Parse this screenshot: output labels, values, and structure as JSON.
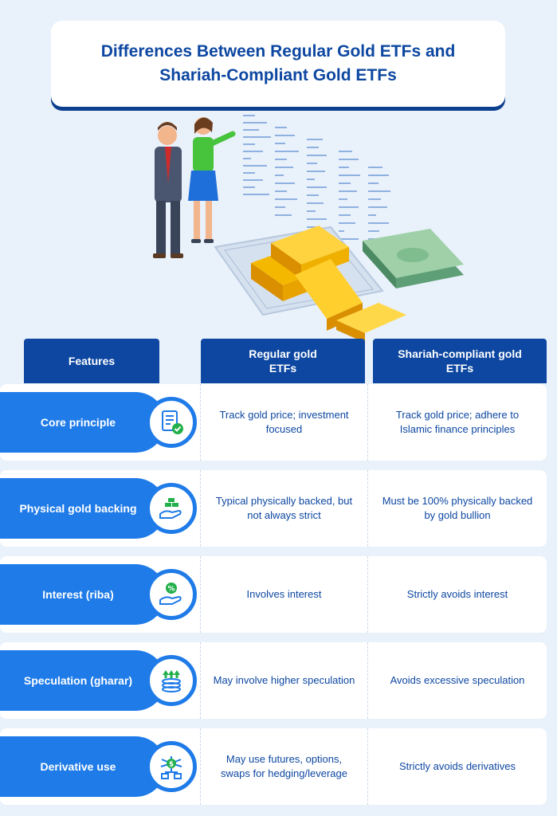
{
  "title": "Differences Between Regular Gold ETFs and Shariah-Compliant Gold ETFs",
  "headers": {
    "features": "Features",
    "regular": "Regular gold ETFs",
    "shariah": "Shariah-compliant gold ETFs"
  },
  "rows": [
    {
      "feature": "Core principle",
      "icon": "document-check-icon",
      "regular": "Track gold price; investment focused",
      "shariah": "Track gold price; adhere to Islamic finance principles"
    },
    {
      "feature": "Physical gold backing",
      "icon": "hand-gold-bars-icon",
      "regular": "Typical physically backed, but not always strict",
      "shariah": "Must be 100% physically backed by gold bullion"
    },
    {
      "feature": "Interest (riba)",
      "icon": "hand-percent-icon",
      "regular": "Involves interest",
      "shariah": "Strictly avoids interest"
    },
    {
      "feature": "Speculation (gharar)",
      "icon": "coins-arrows-up-icon",
      "regular": "May involve higher speculation",
      "shariah": "Avoids excessive speculation"
    },
    {
      "feature": "Derivative use",
      "icon": "dollar-network-icon",
      "regular": "May use futures, options, swaps for hedging/leverage",
      "shariah": "Strictly avoids derivatives"
    }
  ],
  "colors": {
    "navy": "#0d47a1",
    "blue": "#1e7be8",
    "green": "#22b04b",
    "gold": "#f5b800",
    "background": "#e9f1fb"
  }
}
